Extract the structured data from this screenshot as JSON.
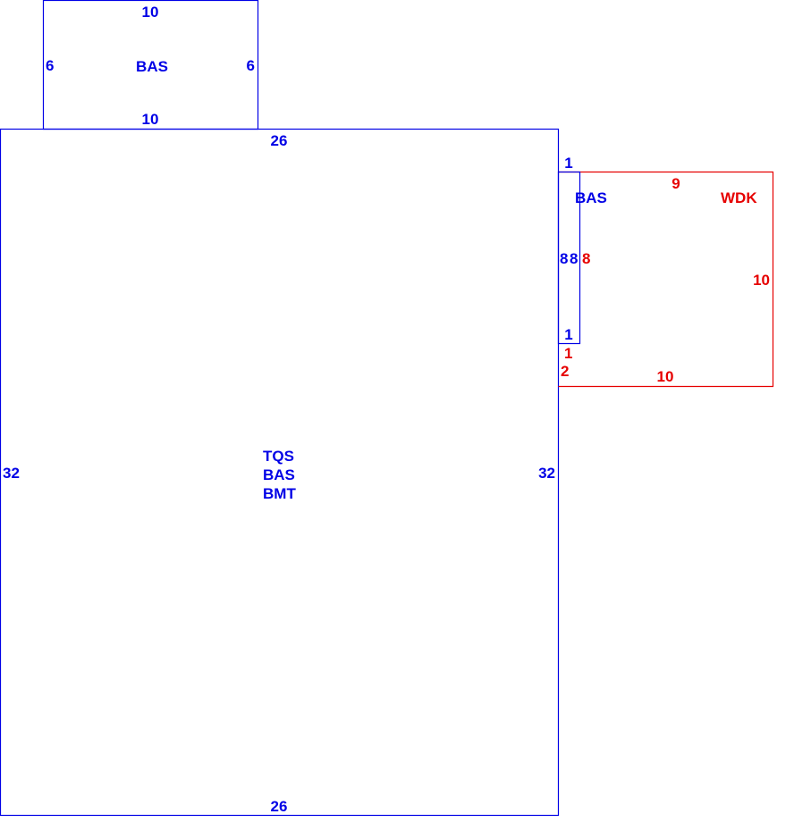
{
  "colors": {
    "building": "#0000e6",
    "deck": "#e60000"
  },
  "top_bas": {
    "label": "BAS",
    "top": "10",
    "bottom": "10",
    "left": "6",
    "right": "6"
  },
  "main": {
    "labels": [
      "TQS",
      "BAS",
      "BMT"
    ],
    "top": "26",
    "bottom": "26",
    "left": "32",
    "right": "32"
  },
  "side_bas": {
    "label": "BAS",
    "top": "1",
    "bottom": "1",
    "left": "8",
    "right": "8"
  },
  "wdk": {
    "label": "WDK",
    "top": "9",
    "right": "10",
    "bottom": "10",
    "left_a": "8",
    "left_b": "1",
    "left_c": "2"
  }
}
